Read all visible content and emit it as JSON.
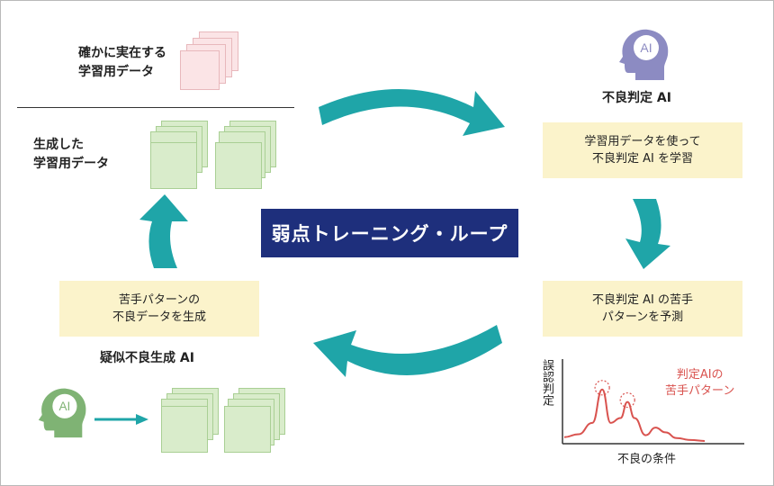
{
  "title": "弱点トレーニング・ループ",
  "real_data_label": [
    "確かに実在する",
    "学習用データ"
  ],
  "generated_data_label": [
    "生成した",
    "学習用データ"
  ],
  "detector": {
    "name": "不良判定 AI",
    "icon_text": "AI",
    "step_train": [
      "学習用データを使って",
      "不良判定 AI を学習"
    ],
    "step_predict": [
      "不良判定 AI の苦手",
      "パターンを予測"
    ]
  },
  "generator": {
    "name": "疑似不良生成 AI",
    "icon_text": "AI",
    "step_generate": [
      "苦手パターンの",
      "不良データを生成"
    ]
  },
  "chart": {
    "ylabel": "誤認判定",
    "xlabel": "不良の条件",
    "annotation": [
      "判定AIの",
      "苦手パターン"
    ]
  },
  "colors": {
    "teal": "#1fa5a8",
    "navy": "#1e2f7c",
    "detector_purple": "#8c8bc2",
    "generator_green": "#7fb374",
    "curve_red": "#d9534f",
    "note_yellow": "#fbf3cb"
  },
  "chart_data": {
    "type": "line",
    "xlabel": "不良の条件",
    "ylabel": "誤認判定",
    "series": [
      {
        "x": [
          0,
          0.1,
          0.2,
          0.27,
          0.33,
          0.4,
          0.45,
          0.5,
          0.58,
          0.65,
          0.72,
          0.8,
          0.9,
          1.0
        ],
        "y": [
          0.05,
          0.08,
          0.2,
          0.55,
          0.2,
          0.25,
          0.42,
          0.25,
          0.07,
          0.15,
          0.1,
          0.04,
          0.02,
          0.01
        ]
      }
    ],
    "highlight_x": [
      0.27,
      0.45
    ]
  }
}
